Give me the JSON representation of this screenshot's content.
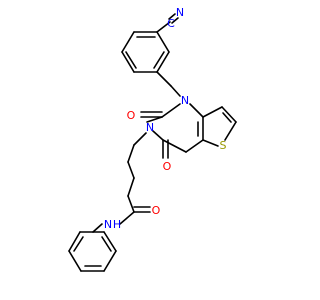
{
  "structure": {
    "atoms": [
      {
        "id": "a_n_nitrile",
        "label": "N",
        "color": "#0000ff"
      },
      {
        "id": "a_c_nitrile",
        "label": "C",
        "color": "#0000ff"
      },
      {
        "id": "a_n1",
        "label": "N",
        "color": "#0000ff"
      },
      {
        "id": "a_o2",
        "label": "O",
        "color": "#ff0000"
      },
      {
        "id": "a_n3",
        "label": "N",
        "color": "#0000ff"
      },
      {
        "id": "a_o4",
        "label": "O",
        "color": "#ff0000"
      },
      {
        "id": "a_s",
        "label": "S",
        "color": "#999900"
      },
      {
        "id": "a_o_amide",
        "label": "O",
        "color": "#ff0000"
      },
      {
        "id": "a_nh_amide",
        "label": "H",
        "label_full": "N",
        "color": "#0000ff"
      }
    ],
    "amide_nh": {
      "n": "N",
      "h": "H"
    }
  }
}
